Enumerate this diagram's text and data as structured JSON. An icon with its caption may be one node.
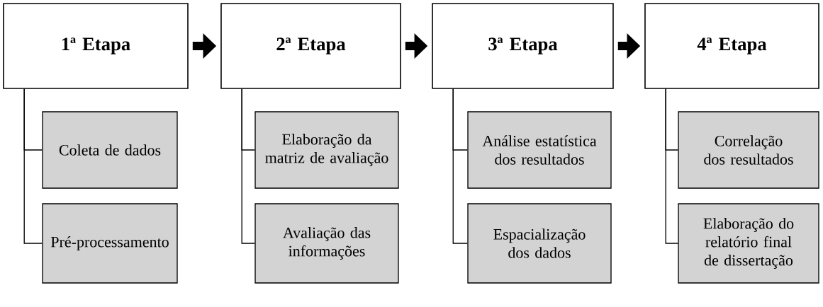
{
  "diagram": {
    "nodes": [
      {
        "text": [
          "1ª Etapa"
        ]
      },
      {
        "text": [
          "Coleta de dados"
        ]
      },
      {
        "text": [
          "Pré-processamento"
        ]
      },
      {
        "text": [
          "2ª Etapa"
        ]
      },
      {
        "text": [
          "Elaboração da matriz de avaliação"
        ]
      },
      {
        "text": [
          "Avaliação das informações"
        ]
      },
      {
        "text": [
          "3ª Etapa"
        ]
      },
      {
        "text": [
          "Análise estatística dos resultados"
        ]
      },
      {
        "text": [
          "Espacialização dos dados"
        ]
      },
      {
        "text": [
          "4ª Etapa"
        ]
      },
      {
        "text": [
          "Correlação dos resultados"
        ]
      },
      {
        "text": [
          "Elaboração do relatório final de dissertação"
        ]
      }
    ],
    "edges": [
      {
        "from": 0,
        "to": 3,
        "arrow": "to",
        "style": "thick"
      },
      {
        "from": 3,
        "to": 6,
        "arrow": "to",
        "style": "thick"
      },
      {
        "from": 6,
        "to": 9,
        "arrow": "to",
        "style": "thick"
      },
      {
        "from": 0,
        "to": 1,
        "arrow": "none"
      },
      {
        "from": 0,
        "to": 2,
        "arrow": "none"
      },
      {
        "from": 3,
        "to": 4,
        "arrow": "none"
      },
      {
        "from": 3,
        "to": 5,
        "arrow": "none"
      },
      {
        "from": 6,
        "to": 7,
        "arrow": "none"
      },
      {
        "from": 6,
        "to": 8,
        "arrow": "none"
      },
      {
        "from": 9,
        "to": 10,
        "arrow": "none"
      },
      {
        "from": 9,
        "to": 11,
        "arrow": "none"
      }
    ]
  }
}
